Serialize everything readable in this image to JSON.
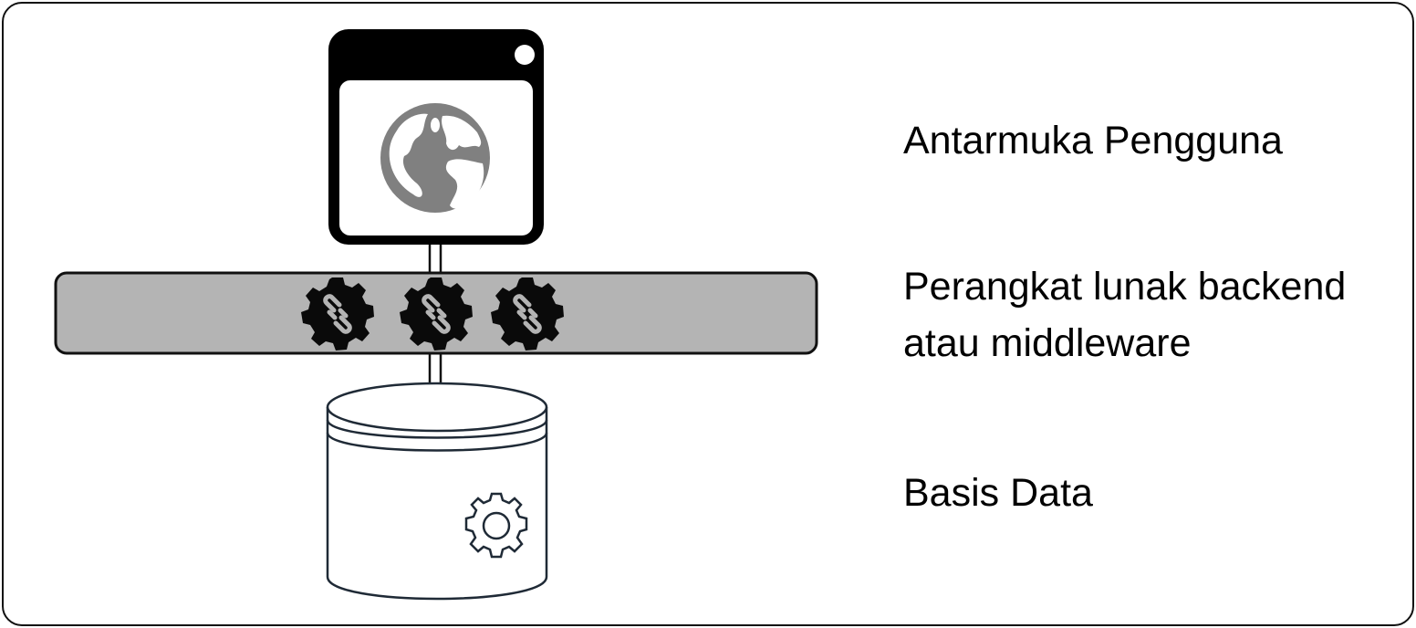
{
  "diagram": {
    "type": "three-tier-architecture",
    "layers": [
      {
        "id": "ui",
        "label": "Antarmuka Pengguna",
        "icon": "browser-window-globe-icon"
      },
      {
        "id": "backend",
        "label_line1": "Perangkat lunak backend",
        "label_line2": "atau middleware",
        "icon": "gear-link-icon",
        "icon_count": 3
      },
      {
        "id": "database",
        "label": "Basis Data",
        "icon": "database-cylinder-gear-icon"
      }
    ],
    "connectors": [
      "ui-to-backend",
      "backend-to-database"
    ]
  },
  "colors": {
    "frame_border": "#111111",
    "window_frame": "#000000",
    "globe": "#808080",
    "bar_fill": "#b4b4b4",
    "gear_fill": "#0a0a0a",
    "link_fill": "#b4b4b4",
    "db_stroke": "#1f2a36"
  }
}
